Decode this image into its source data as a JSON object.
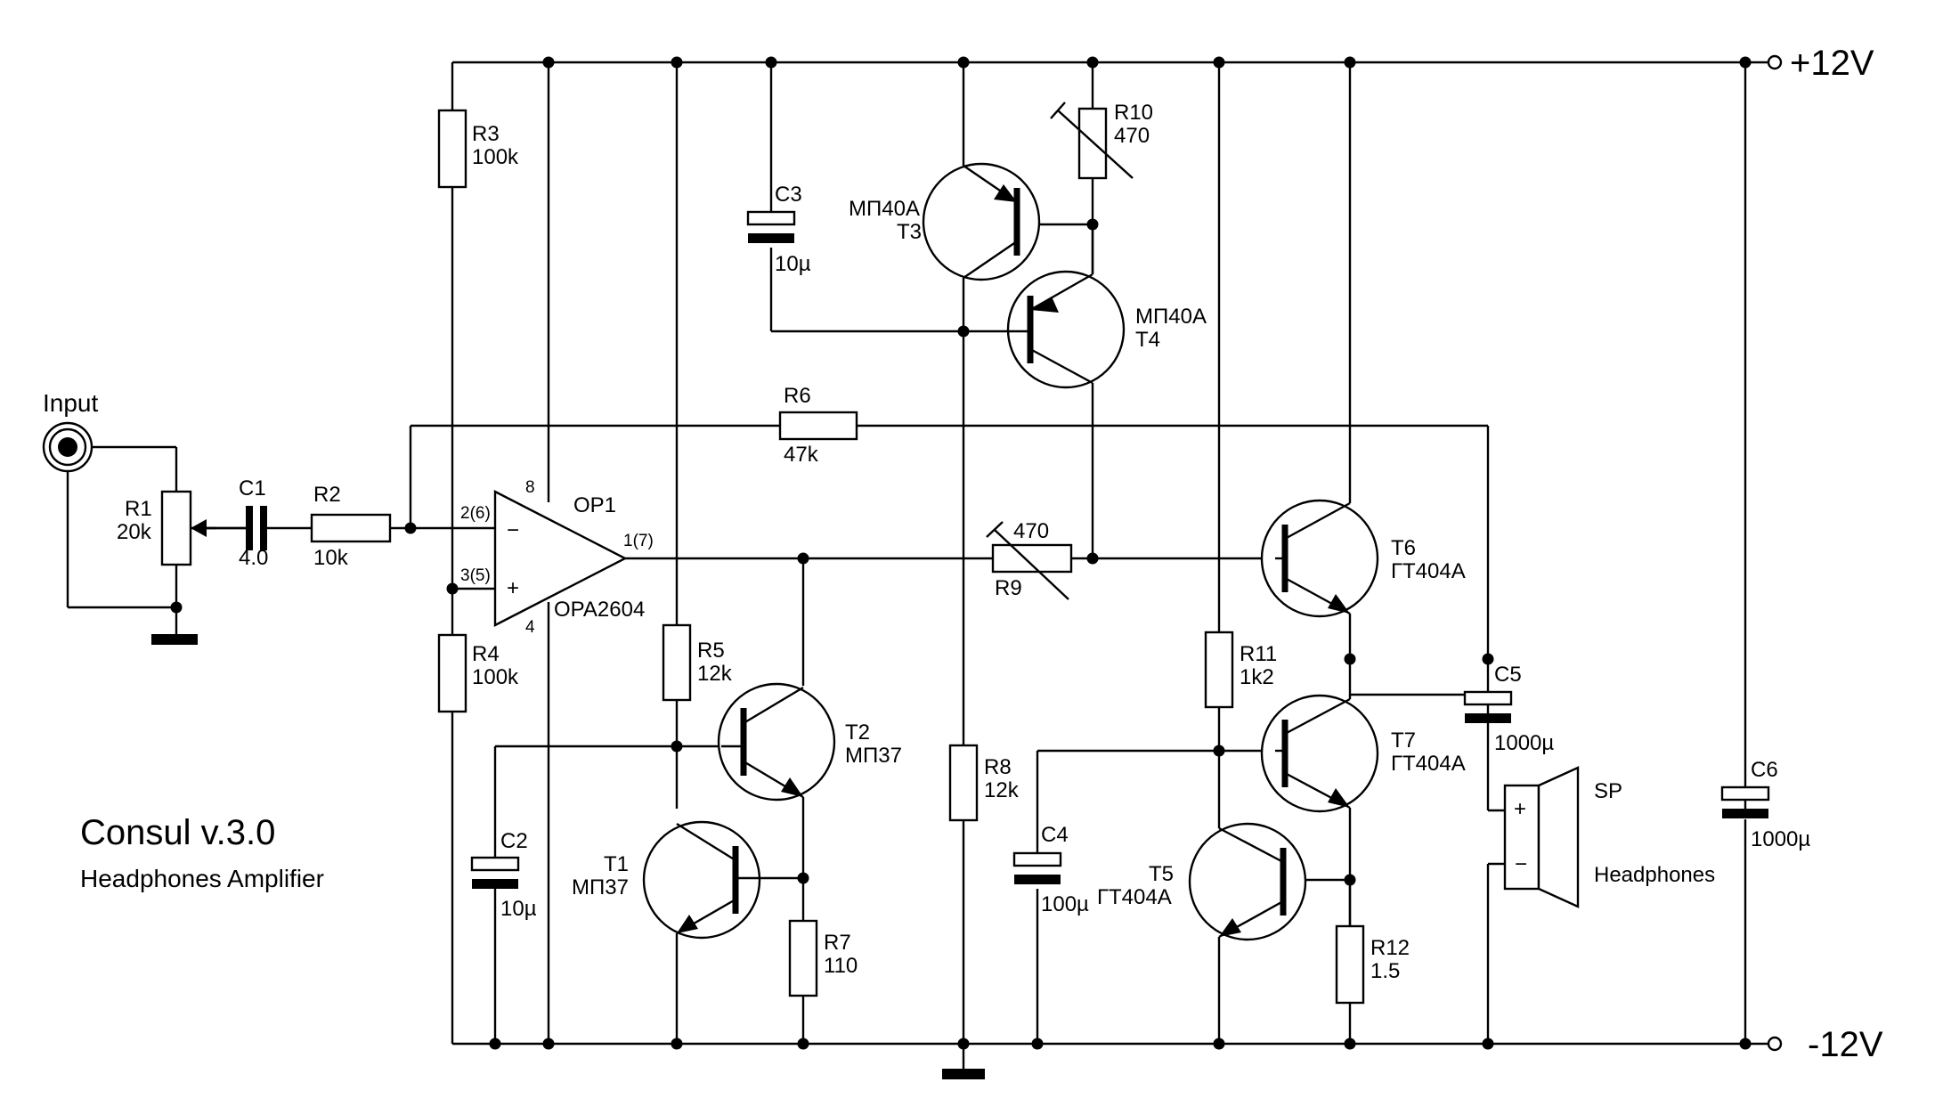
{
  "rails": {
    "positive": "+12V",
    "negative": "-12V"
  },
  "title": {
    "main": "Consul v.3.0",
    "subtitle": "Headphones Amplifier"
  },
  "input": {
    "label": "Input"
  },
  "opamp": {
    "ref": "OP1",
    "part": "OPA2604",
    "pins": {
      "inverting": "2(6)",
      "noninverting": "3(5)",
      "output": "1(7)",
      "vplus": "8",
      "vminus": "4"
    },
    "signs": {
      "minus": "−",
      "plus": "+"
    }
  },
  "components": {
    "R1": {
      "ref": "R1",
      "value": "20k"
    },
    "R2": {
      "ref": "R2",
      "value": "10k"
    },
    "R3": {
      "ref": "R3",
      "value": "100k"
    },
    "R4": {
      "ref": "R4",
      "value": "100k"
    },
    "R5": {
      "ref": "R5",
      "value": "12k"
    },
    "R6": {
      "ref": "R6",
      "value": "47k"
    },
    "R7": {
      "ref": "R7",
      "value": "110"
    },
    "R8": {
      "ref": "R8",
      "value": "12k"
    },
    "R9": {
      "ref": "R9",
      "value": "470"
    },
    "R10": {
      "ref": "R10",
      "value": "470"
    },
    "R11": {
      "ref": "R11",
      "value": "1k2"
    },
    "R12": {
      "ref": "R12",
      "value": "1.5"
    },
    "C1": {
      "ref": "C1",
      "value": "4.0"
    },
    "C2": {
      "ref": "C2",
      "value": "10µ"
    },
    "C3": {
      "ref": "C3",
      "value": "10µ"
    },
    "C4": {
      "ref": "C4",
      "value": "100µ"
    },
    "C5": {
      "ref": "C5",
      "value": "1000µ"
    },
    "C6": {
      "ref": "C6",
      "value": "1000µ"
    },
    "T1": {
      "ref": "T1",
      "part": "МП37"
    },
    "T2": {
      "ref": "T2",
      "part": "МП37"
    },
    "T3": {
      "ref": "T3",
      "part": "МП40А"
    },
    "T4": {
      "ref": "T4",
      "part": "МП40А"
    },
    "T5": {
      "ref": "T5",
      "part": "ГТ404А"
    },
    "T6": {
      "ref": "T6",
      "part": "ГТ404А"
    },
    "T7": {
      "ref": "T7",
      "part": "ГТ404А"
    }
  },
  "speaker": {
    "ref": "SP",
    "label": "Headphones",
    "plus": "+",
    "minus": "−"
  }
}
